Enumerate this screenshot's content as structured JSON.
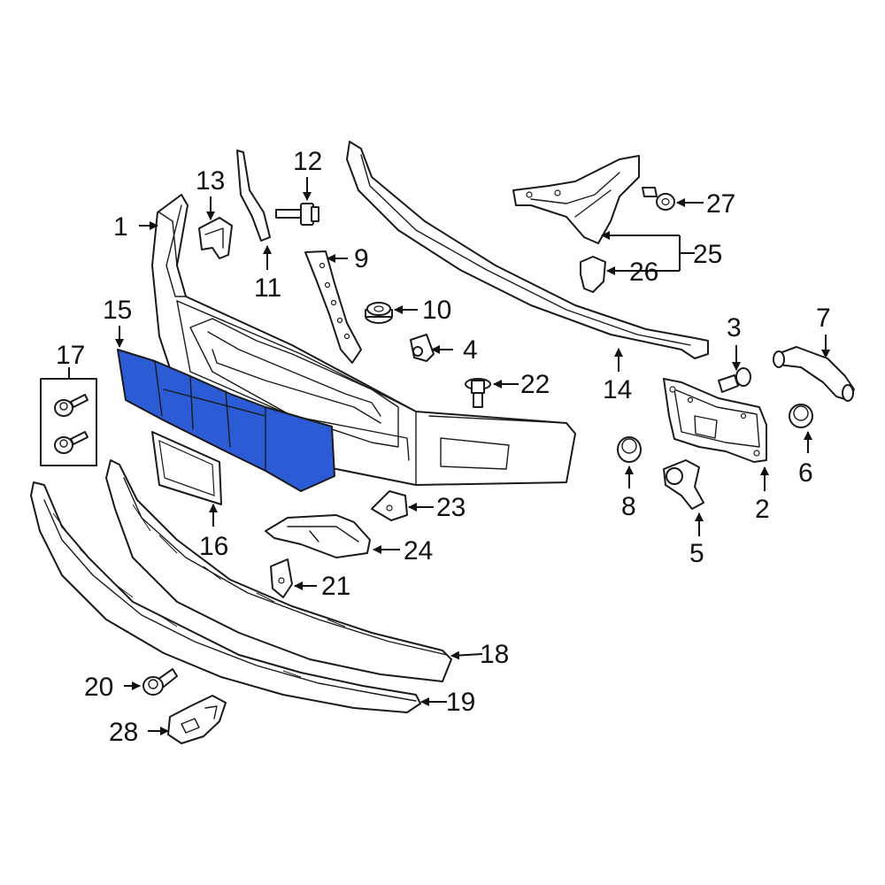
{
  "colors": {
    "highlight": "#2b5cd6",
    "line": "#1a1a1a",
    "background": "#ffffff"
  },
  "callouts": {
    "c1": "1",
    "c2": "2",
    "c3": "3",
    "c4": "4",
    "c5": "5",
    "c6": "6",
    "c7": "7",
    "c8": "8",
    "c9": "9",
    "c10": "10",
    "c11": "11",
    "c12": "12",
    "c13": "13",
    "c14": "14",
    "c15": "15",
    "c16": "16",
    "c17": "17",
    "c18": "18",
    "c19": "19",
    "c20": "20",
    "c21": "21",
    "c22": "22",
    "c23": "23",
    "c24": "24",
    "c25": "25",
    "c26": "26",
    "c27": "27",
    "c28": "28"
  }
}
